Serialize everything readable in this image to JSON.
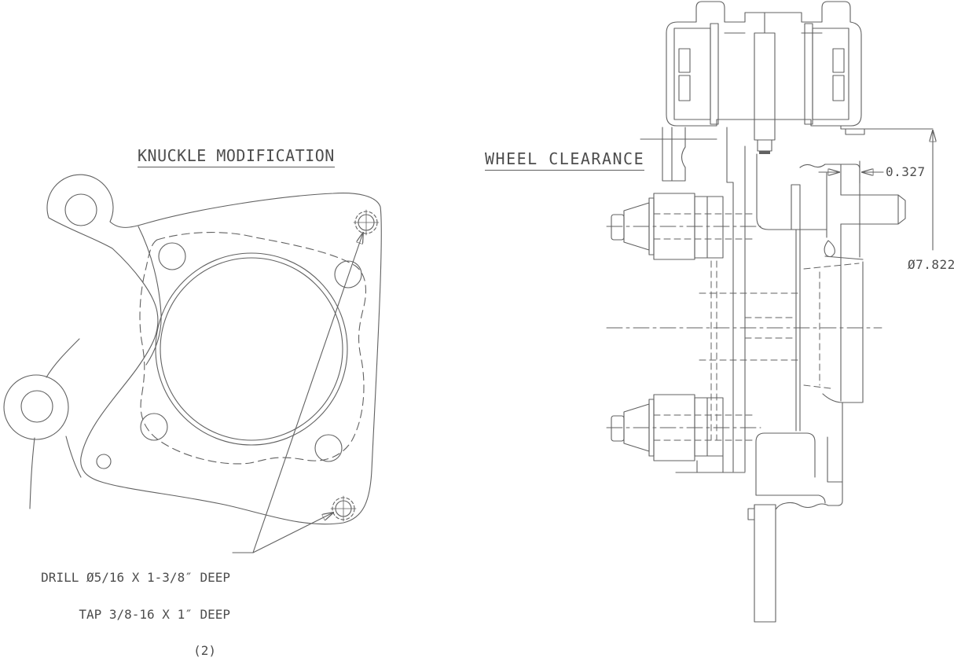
{
  "drawing": {
    "background_color": "#ffffff",
    "line_color": "#616161",
    "text_color": "#4d4d4d",
    "left_view": {
      "title": "KNUCKLE MODIFICATION",
      "note_line1": "DRILL Ø5/16 X 1-3/8″ DEEP",
      "note_line2": "TAP 3/8-16 X 1″ DEEP",
      "note_line3": "(2)",
      "features": {
        "tapped_holes_count": 2,
        "bolt_holes_count": 4,
        "center_bore": "large double-ring bore",
        "gasket_outline": "dashed contour"
      }
    },
    "right_view": {
      "title": "WHEEL CLEARANCE",
      "dim_gap": "0.327",
      "dim_diameter": "Ø7.822",
      "features": {
        "caliper": "brake caliper with two pads",
        "rotor": "hatched rotor section",
        "studs": "two wheel studs with nuts",
        "wheel_section": "hatched rim bar at bottom"
      }
    }
  }
}
